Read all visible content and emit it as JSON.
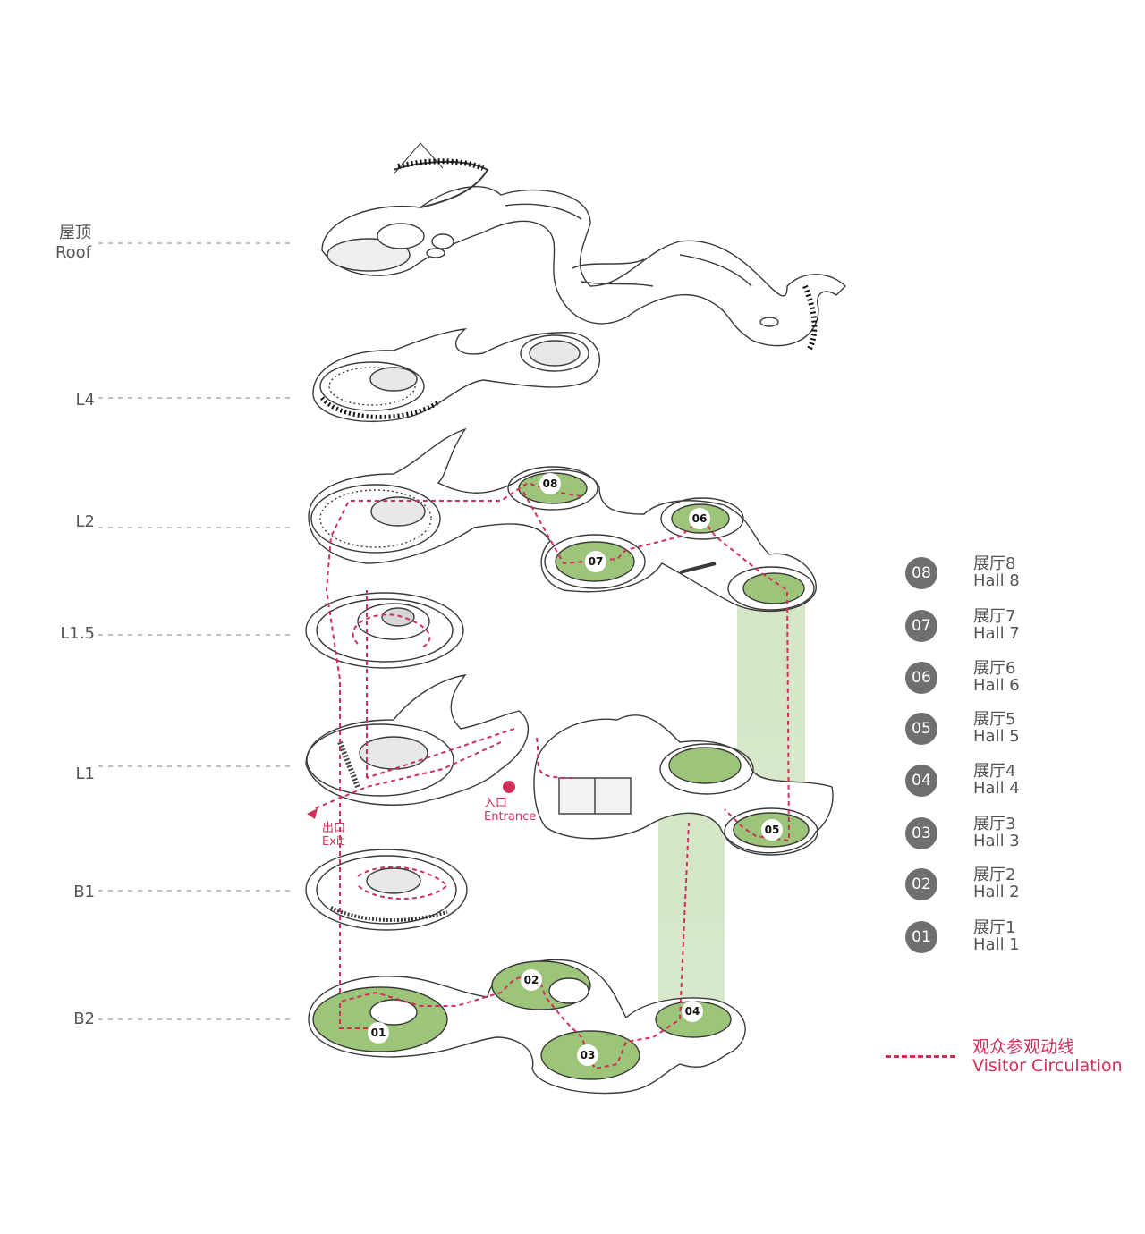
{
  "levels": [
    {
      "zh": "屋顶",
      "en": "Roof"
    },
    {
      "zh": "",
      "en": "L4"
    },
    {
      "zh": "",
      "en": "L2"
    },
    {
      "zh": "",
      "en": "L1.5"
    },
    {
      "zh": "",
      "en": "L1"
    },
    {
      "zh": "",
      "en": "B1"
    },
    {
      "zh": "",
      "en": "B2"
    }
  ],
  "halls": {
    "h01": "01",
    "h02": "02",
    "h03": "03",
    "h04": "04",
    "h05": "05",
    "h06": "06",
    "h07": "07",
    "h08": "08"
  },
  "entrance": {
    "zh": "入口",
    "en": "Entrance"
  },
  "exit": {
    "zh": "出口",
    "en": "Exit"
  },
  "legend": [
    {
      "num": "08",
      "zh": "展厅8",
      "en": "Hall 8"
    },
    {
      "num": "07",
      "zh": "展厅7",
      "en": "Hall 7"
    },
    {
      "num": "06",
      "zh": "展厅6",
      "en": "Hall 6"
    },
    {
      "num": "05",
      "zh": "展厅5",
      "en": "Hall 5"
    },
    {
      "num": "04",
      "zh": "展厅4",
      "en": "Hall 4"
    },
    {
      "num": "03",
      "zh": "展厅3",
      "en": "Hall 3"
    },
    {
      "num": "02",
      "zh": "展厅2",
      "en": "Hall 2"
    },
    {
      "num": "01",
      "zh": "展厅1",
      "en": "Hall 1"
    }
  ],
  "circulation": {
    "zh": "观众参观动线",
    "en": "Visitor Circulation"
  },
  "colors": {
    "accent": "#d0305a",
    "hall_fill": "#9cc57a",
    "shaft": "#cfe3bf",
    "badge": "#6f6f6f"
  }
}
